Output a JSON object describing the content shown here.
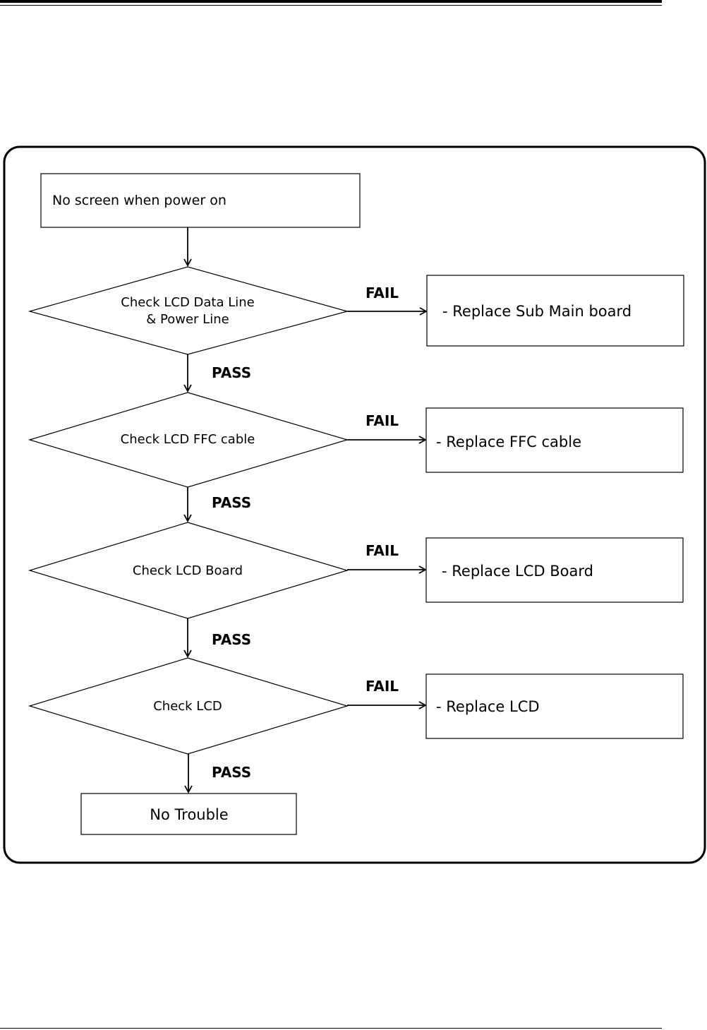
{
  "nodes": {
    "start": "No screen when power on",
    "check_data_line_1": "Check LCD Data Line",
    "check_data_line_2": "&  Power Line",
    "check_ffc": "Check LCD FFC cable",
    "check_board": "Check LCD Board",
    "check_lcd": "Check LCD",
    "fix_sub_main": "-  Replace Sub Main board",
    "fix_ffc": "-   Replace FFC cable",
    "fix_board": "-  Replace LCD Board",
    "fix_lcd": "-   Replace LCD",
    "end": "No Trouble"
  },
  "edges": {
    "fail": "FAIL",
    "pass": "PASS"
  }
}
